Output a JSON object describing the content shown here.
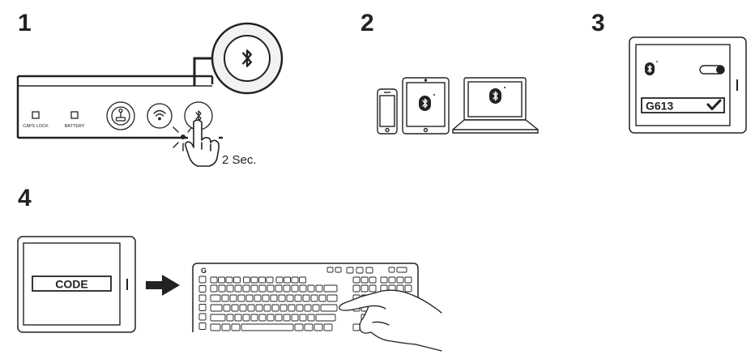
{
  "steps": [
    {
      "number": "1",
      "hold_time": "2 Sec.",
      "panel_labels": {
        "caps_lock": "CAPS LOCK",
        "battery": "BATTERY"
      }
    },
    {
      "number": "2"
    },
    {
      "number": "3",
      "device_name": "G613"
    },
    {
      "number": "4",
      "code_label": "CODE"
    }
  ],
  "icons": {
    "bluetooth": "bluetooth-icon",
    "wifi": "wireless-icon",
    "gaming": "joystick-icon",
    "check": "checkmark-icon",
    "arrow": "right-arrow-icon",
    "keyboard_logo": "logitech-g-logo"
  },
  "colors": {
    "ink": "#222222",
    "paper": "#ffffff",
    "shade": "#f2f2f2"
  }
}
